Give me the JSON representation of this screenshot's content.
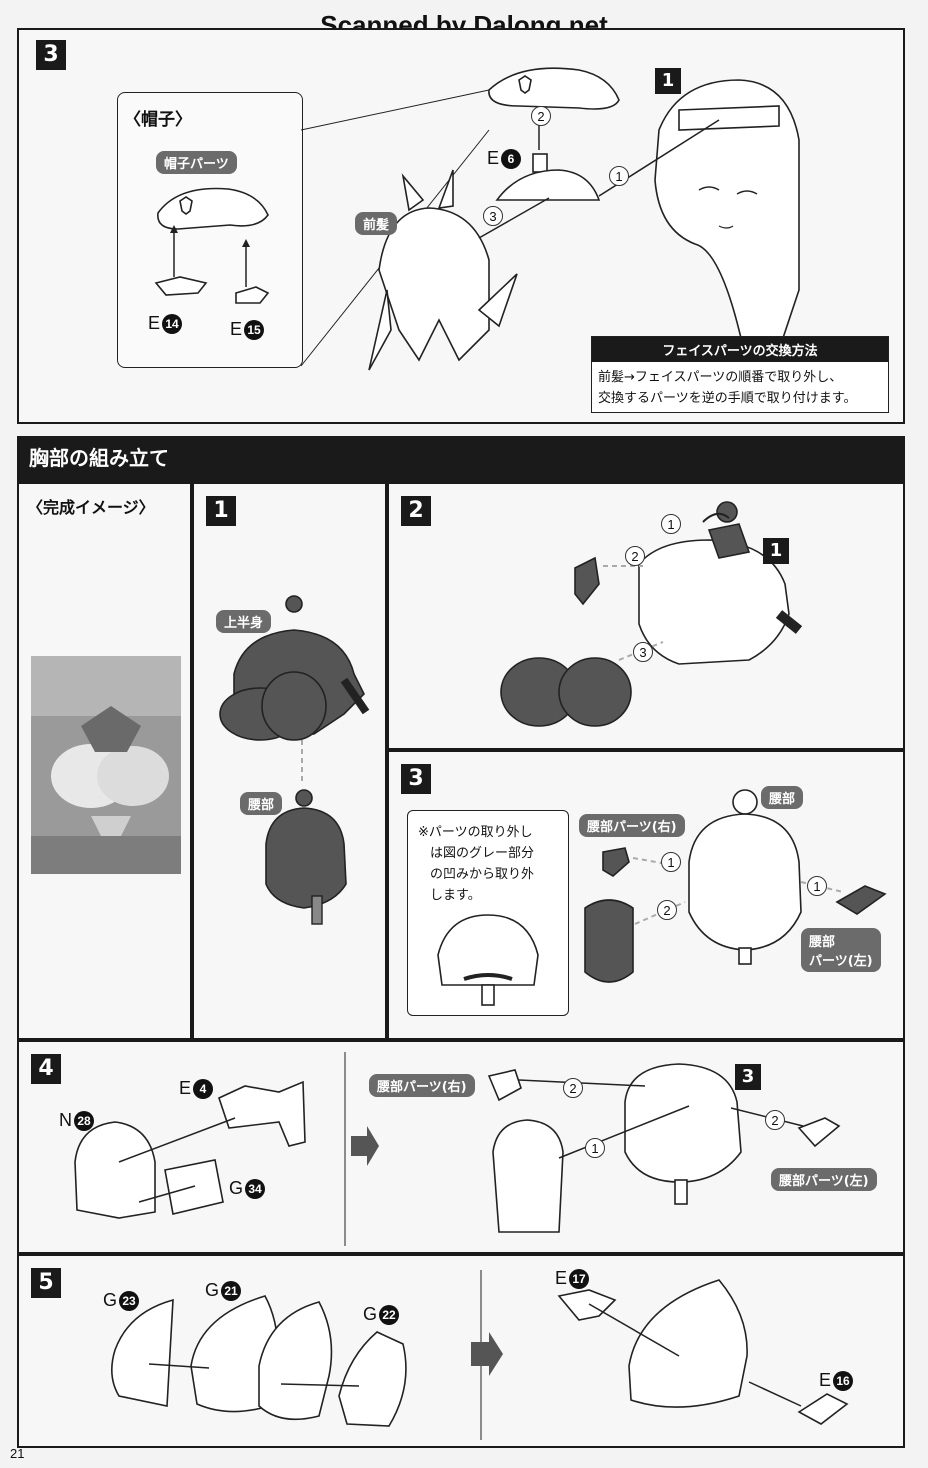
{
  "watermark": "Scanned by Dalong.net",
  "page_number": "21",
  "step3_top": {
    "step": "3",
    "hat_box_title": "〈帽子〉",
    "hat_parts_label": "帽子パーツ",
    "part_e14": {
      "letter": "E",
      "num": "14"
    },
    "part_e15": {
      "letter": "E",
      "num": "15"
    },
    "part_e6": {
      "letter": "E",
      "num": "6"
    },
    "maegami_label": "前髪",
    "circle_1": "1",
    "circle_2": "2",
    "circle_3": "3",
    "ref_step": "1",
    "face_swap_title": "フェイスパーツの交換方法",
    "face_swap_line1": "前髪→フェイスパーツの順番で取り外し、",
    "face_swap_line2": "交換するパーツを逆の手順で取り付けます。"
  },
  "chest_section": {
    "title": "胸部の組み立て",
    "complete_image_label": "〈完成イメージ〉",
    "step1": {
      "num": "1",
      "upper_body": "上半身",
      "waist": "腰部"
    },
    "step2": {
      "num": "2",
      "c1": "1",
      "c2": "2",
      "c3": "3",
      "ref": "1"
    },
    "step3": {
      "num": "3",
      "note_line1": "※パーツの取り外し",
      "note_line2": "は図のグレー部分",
      "note_line3": "の凹みから取り外",
      "note_line4": "します。",
      "waist_part_right": "腰部パーツ(右)",
      "waist": "腰部",
      "waist_part_left_1": "腰部",
      "waist_part_left_2": "パーツ(左)",
      "c1a": "1",
      "c1b": "1",
      "c2": "2"
    }
  },
  "step4": {
    "num": "4",
    "part_e4": {
      "letter": "E",
      "num": "4"
    },
    "part_n28": {
      "letter": "N",
      "num": "28"
    },
    "part_g34": {
      "letter": "G",
      "num": "34"
    },
    "waist_part_right": "腰部パーツ(右)",
    "waist_part_left": "腰部パーツ(左)",
    "ref": "3",
    "c1": "1",
    "c2a": "2",
    "c2b": "2"
  },
  "step5": {
    "num": "5",
    "part_g23": {
      "letter": "G",
      "num": "23"
    },
    "part_g21": {
      "letter": "G",
      "num": "21"
    },
    "part_g22": {
      "letter": "G",
      "num": "22"
    },
    "part_e17": {
      "letter": "E",
      "num": "17"
    },
    "part_e16": {
      "letter": "E",
      "num": "16"
    }
  }
}
